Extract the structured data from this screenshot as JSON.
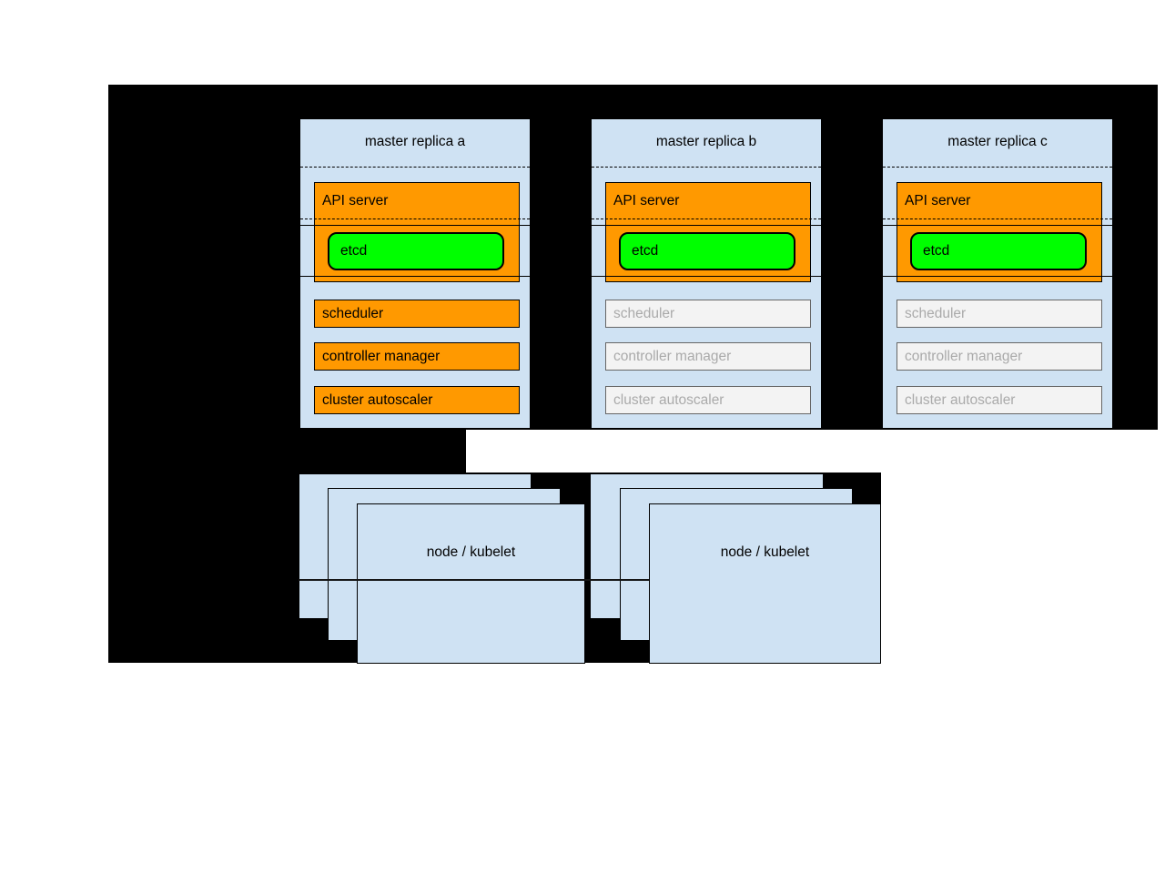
{
  "masters": [
    {
      "title": "master replica a",
      "api_server": "API server",
      "etcd": "etcd",
      "scheduler": "scheduler",
      "controller_manager": "controller manager",
      "cluster_autoscaler": "cluster autoscaler",
      "components_active": true
    },
    {
      "title": "master replica b",
      "api_server": "API server",
      "etcd": "etcd",
      "scheduler": "scheduler",
      "controller_manager": "controller manager",
      "cluster_autoscaler": "cluster autoscaler",
      "components_active": false
    },
    {
      "title": "master replica c",
      "api_server": "API server",
      "etcd": "etcd",
      "scheduler": "scheduler",
      "controller_manager": "controller manager",
      "cluster_autoscaler": "cluster autoscaler",
      "components_active": false
    }
  ],
  "nodes": [
    {
      "label": "node / kubelet"
    },
    {
      "label": "node / kubelet"
    }
  ],
  "colors": {
    "background": "#000000",
    "box_blue": "#cfe2f3",
    "active_orange": "#ff9900",
    "etcd_green": "#00ff00",
    "inactive_fill": "#f3f3f3",
    "inactive_border": "#666666",
    "inactive_text": "#aaaaaa"
  }
}
